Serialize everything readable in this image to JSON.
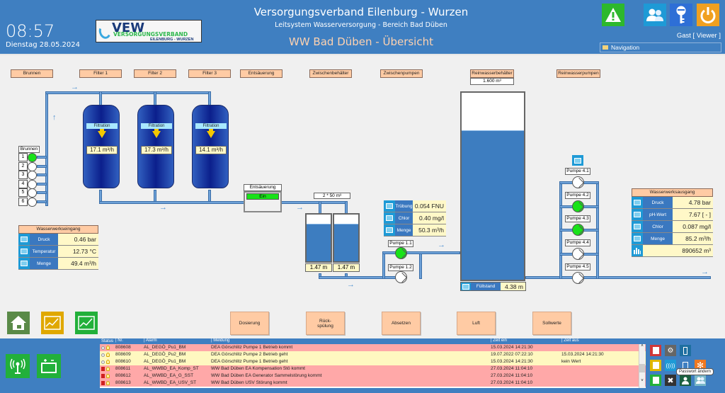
{
  "header": {
    "time": "08:57",
    "date": "Dienstag  28.05.2024",
    "logo": {
      "brand": "VEW",
      "line1": "VERSORGUNGSVERBAND",
      "line2": "EILENBURG - WURZEN"
    },
    "title": "Versorgungsverband Eilenburg - Wurzen",
    "subtitle": "Leitsystem Wasserversorgung - Bereich Bad Düben",
    "page_title": "WW Bad Düben - Übersicht",
    "user": "Gast [ Viewer ]",
    "navigation": "Navigation",
    "buttons": {
      "alarm": "warning-icon",
      "users": "users-icon",
      "login": "key-icon",
      "logout": "power-icon"
    },
    "colors": {
      "bar": "#3f7fc1",
      "alarm_btn": "#2db82d",
      "users_btn": "#1e9ad6",
      "key_btn": "#2e6fd6",
      "power_btn": "#f0a020"
    }
  },
  "sections": [
    "Brunnen",
    "Filter 1",
    "Filter 2",
    "Filter 3",
    "Entsäuerung",
    "Zwischenbehälter",
    "Zwischenpumpen",
    "Reinwasserbehälter",
    "Reinwasserpumpen"
  ],
  "brunnen": {
    "label": "Brunnen",
    "wells": [
      {
        "num": "1",
        "running": true
      },
      {
        "num": "2",
        "running": false
      },
      {
        "num": "3",
        "running": false
      },
      {
        "num": "4",
        "running": false
      },
      {
        "num": "5",
        "running": false
      },
      {
        "num": "6",
        "running": false
      }
    ]
  },
  "filters": [
    {
      "label": "Filtration",
      "flow": "17.1 m³/h"
    },
    {
      "label": "Filtration",
      "flow": "17.3 m³/h"
    },
    {
      "label": "Filtration",
      "flow": "14.1 m³/h"
    }
  ],
  "inlet": {
    "title": "Wasserwerkseingang",
    "rows": [
      {
        "label": "Druck",
        "value": "0.46 bar"
      },
      {
        "label": "Temperatur",
        "value": "12.73 °C"
      },
      {
        "label": "Menge",
        "value": "49.4 m³/h"
      }
    ]
  },
  "deacid": {
    "label": "Entsäuerung",
    "state": "Ein"
  },
  "intermediate_tank": {
    "capacity": "2 * 50 m³",
    "levels": [
      "1.47 m",
      "1.47 m"
    ],
    "fill_fraction": 0.8
  },
  "intermediate_quality": [
    {
      "label": "Trübung",
      "value": "0.054 FNU"
    },
    {
      "label": "Chlor",
      "value": "0.40 mg/l"
    },
    {
      "label": "Menge",
      "value": "50.3 m³/h"
    }
  ],
  "intermediate_pumps": [
    {
      "label": "Pumpe 1.1",
      "running": true
    },
    {
      "label": "Pumpe 1.2",
      "running": false
    }
  ],
  "clean_tank": {
    "capacity": "1.600 m³",
    "level_label": "Füllstand",
    "level": "4.38 m",
    "fill_fraction": 0.8
  },
  "clean_pumps": [
    {
      "label": "Pumpe 4.1",
      "running": false
    },
    {
      "label": "Pumpe 4.2",
      "running": true
    },
    {
      "label": "Pumpe 4.3",
      "running": true
    },
    {
      "label": "Pumpe 4.4",
      "running": false
    },
    {
      "label": "Pumpe 4.5",
      "running": false
    }
  ],
  "outlet": {
    "title": "Wasserwerksausgang",
    "rows": [
      {
        "label": "Druck",
        "value": "4.78 bar"
      },
      {
        "label": "pH-Wert",
        "value": "7.67 [ - ]"
      },
      {
        "label": "Chlor",
        "value": "0.087 mg/l"
      },
      {
        "label": "Menge",
        "value": "85.2 m³/h"
      }
    ],
    "total": "890652 m³"
  },
  "nav_buttons": [
    "home-icon",
    "trend-icon",
    "trend-green-icon"
  ],
  "process_buttons": [
    "Dosierung",
    "Rück-\nspülung",
    "Absetzen",
    "Luft",
    "Sollwerte"
  ],
  "footer": {
    "status_icons": [
      "antenna-icon",
      "battery-icon"
    ],
    "alarm_headers": [
      "Status",
      "| Nr.",
      "| Alarm",
      "| Meldung",
      "| Zeit ein",
      "| Zeit aus"
    ],
    "alarms": [
      {
        "nr": "808608",
        "alarm": "AL_DEGÖ_Pu1_BM",
        "msg": "DEA Görschlitz Pumpe 1 Betrieb kommt",
        "on": "15.03.2024 14:21:30",
        "off": "",
        "color": "red",
        "active": false
      },
      {
        "nr": "808609",
        "alarm": "AL_DEGÖ_Pu2_BM",
        "msg": "DEA Görschlitz Pumpe 2 Betrieb geht",
        "on": "19.07.2022 07:22:10",
        "off": "15.03.2024 14:21:30",
        "color": "yel",
        "active": false
      },
      {
        "nr": "808610",
        "alarm": "AL_DEGÖ_Pu1_BM",
        "msg": "DEA Görschlitz Pumpe 1 Betrieb geht",
        "on": "15.03.2024 14:21:30",
        "off": "kein Wert",
        "color": "yel",
        "active": false
      },
      {
        "nr": "808611",
        "alarm": "AL_WWBD_EA_Komp_ST",
        "msg": "WW Bad Düben EA Kompensation Stö kommt",
        "on": "27.03.2024 11:04:10",
        "off": "",
        "color": "red",
        "active": true
      },
      {
        "nr": "808612",
        "alarm": "AL_WWBD_EA_G_SST",
        "msg": "WW Bad Düben EA Generator Sammelstörung kommt",
        "on": "27.03.2024 11:04:10",
        "off": "",
        "color": "red",
        "active": true
      },
      {
        "nr": "808613",
        "alarm": "AL_WWBD_EA_USV_ST",
        "msg": "WW Bad Düben USV Störung kommt",
        "on": "27.03.2024 11:04:10",
        "off": "",
        "color": "red",
        "active": true
      }
    ],
    "tooltip": "Passwort ändern"
  }
}
